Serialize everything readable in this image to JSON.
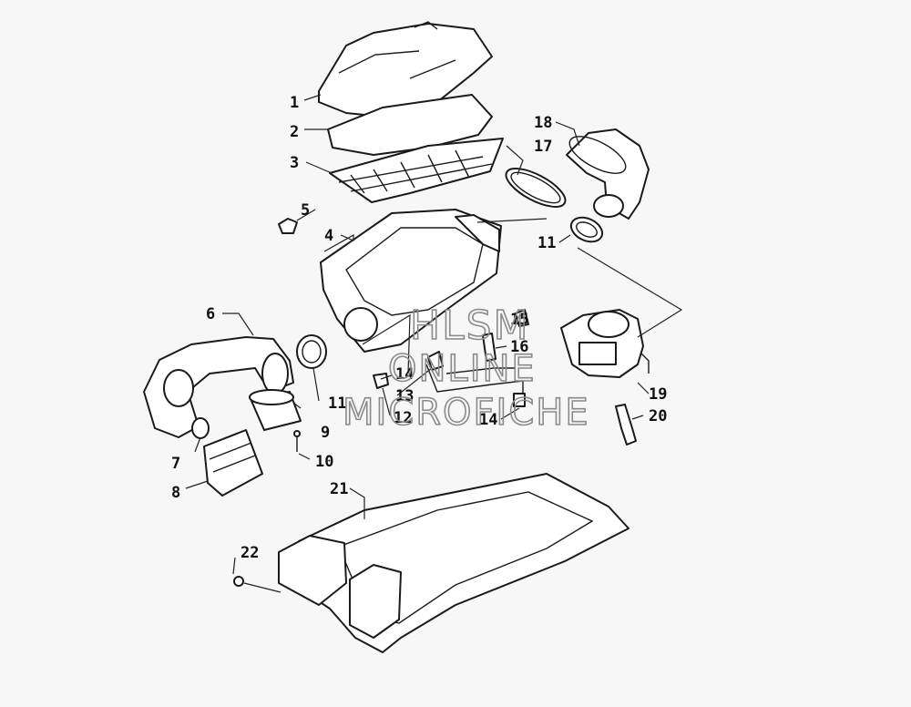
{
  "diagram": {
    "callouts": {
      "c1": "1",
      "c2": "2",
      "c3": "3",
      "c4": "4",
      "c5": "5",
      "c6": "6",
      "c7": "7",
      "c8": "8",
      "c9": "9",
      "c10": "10",
      "c11a": "11",
      "c11b": "11",
      "c12": "12",
      "c13": "13",
      "c14a": "14",
      "c14b": "14",
      "c15": "15",
      "c16": "16",
      "c17": "17",
      "c18": "18",
      "c19": "19",
      "c20": "20",
      "c21": "21",
      "c22": "22"
    },
    "colors": {
      "line": "#1a1a1a",
      "background": "#f7f7f7",
      "watermark": "#8a8a8a"
    }
  },
  "watermark": {
    "line1": "HLSM",
    "line2": "ONLINE",
    "line3": "MICROFICHE"
  }
}
